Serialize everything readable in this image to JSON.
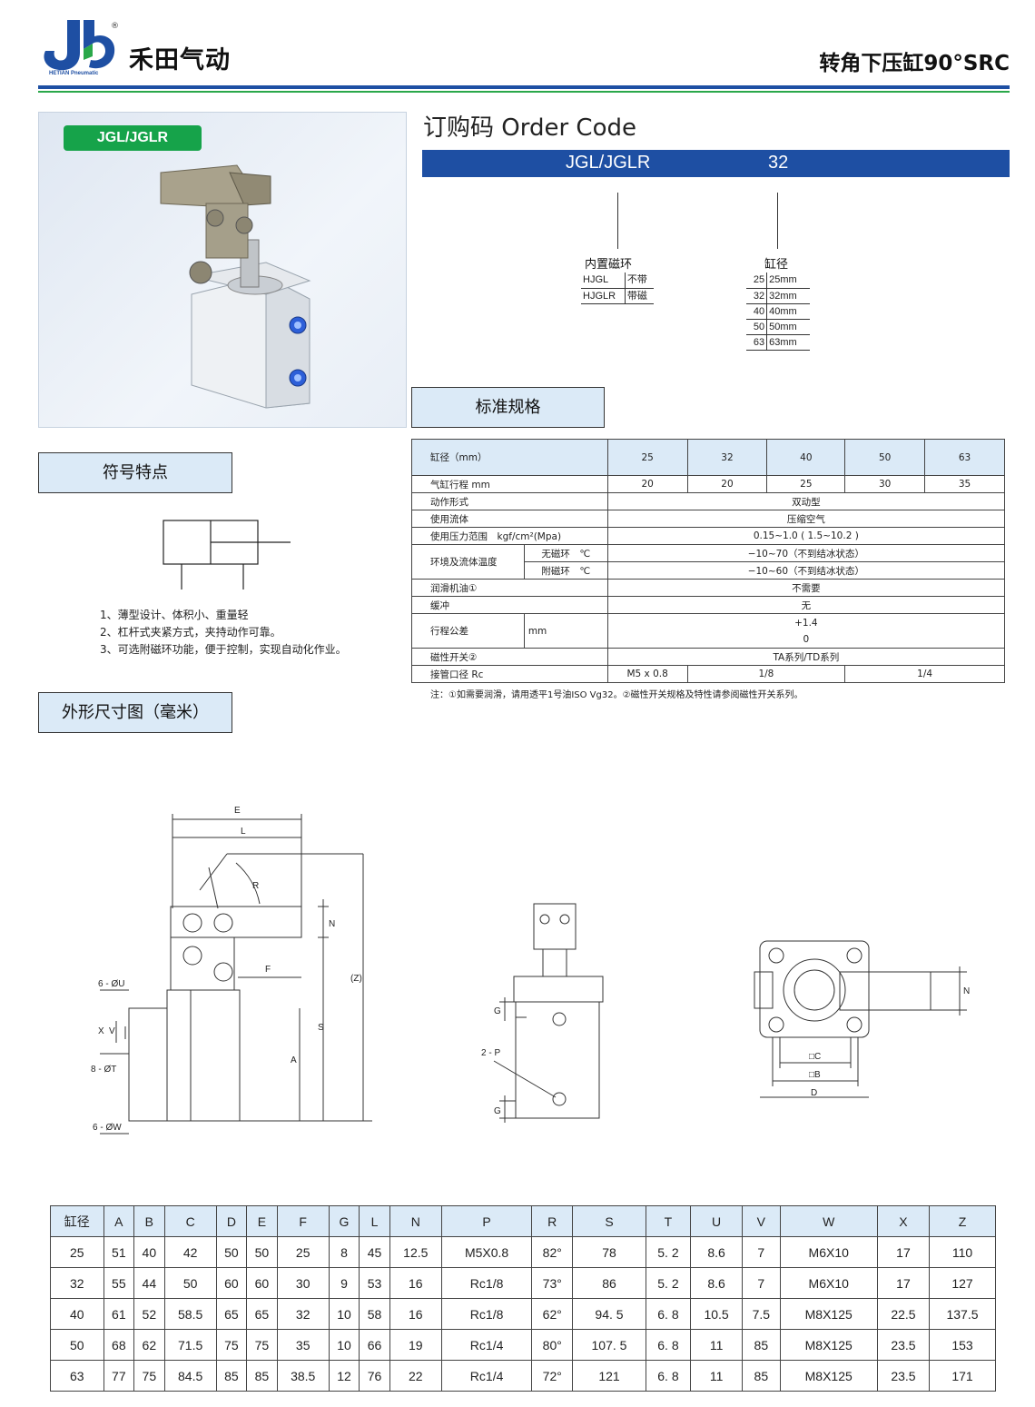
{
  "header": {
    "brand_name": "禾田气动",
    "brand_en": "HETIAN Pneumatic",
    "registered_mark": "®",
    "title": "转角下压缸90°SRC"
  },
  "product": {
    "tag": "JGL/JGLR"
  },
  "order_code": {
    "title": "订购码 Order Code",
    "model": "JGL/JGLR",
    "size": "32",
    "magnet": {
      "label": "内置磁环",
      "options": [
        {
          "code": "HJGL",
          "desc": "不带"
        },
        {
          "code": "HJGLR",
          "desc": "带磁"
        }
      ]
    },
    "bore": {
      "label": "缸径",
      "options": [
        {
          "code": "25",
          "desc": "25mm"
        },
        {
          "code": "32",
          "desc": "32mm"
        },
        {
          "code": "40",
          "desc": "40mm"
        },
        {
          "code": "50",
          "desc": "50mm"
        },
        {
          "code": "63",
          "desc": "63mm"
        }
      ]
    }
  },
  "sections": {
    "spec": "标准规格",
    "symbol": "符号特点",
    "outline": "外形尺寸图（毫米）"
  },
  "features": [
    "1、薄型设计、体积小、重量轻",
    "2、杠杆式夹紧方式，夹持动作可靠。",
    "3、可选附磁环功能，便于控制，实现自动化作业。"
  ],
  "spec_table": {
    "bore_label": "缸径（mm）",
    "bores": [
      "25",
      "32",
      "40",
      "50",
      "63"
    ],
    "stroke_label": "气缸行程 mm",
    "strokes": [
      "20",
      "20",
      "25",
      "30",
      "35"
    ],
    "action_label": "动作形式",
    "action": "双动型",
    "fluid_label": "使用流体",
    "fluid": "压缩空气",
    "pressure_label": "使用压力范围　kgf/cm²(Mpa)",
    "pressure": "0.15~1.0 ( 1.5~10.2 )",
    "temp_label": "环境及流体温度",
    "temp_no_magnet_label": "无磁环　℃",
    "temp_no_magnet": "−10~70（不到结冰状态）",
    "temp_magnet_label": "附磁环　℃",
    "temp_magnet": "−10~60（不到结冰状态）",
    "lube_label": "润滑机油①",
    "lube": "不需要",
    "cushion_label": "缓冲",
    "cushion": "无",
    "tolerance_label": "行程公差",
    "tolerance_unit": "mm",
    "tolerance_upper": "+1.4",
    "tolerance_lower": "0",
    "switch_label": "磁性开关②",
    "switch": "TA系列/TD系列",
    "port_label": "接管口径 Rc",
    "ports": [
      "M5 x 0.8",
      "1/8",
      "1/4"
    ],
    "note": "注：①如需要润滑，请用透平1号油ISO Vg32。②磁性开关规格及特性请参阅磁性开关系列。"
  },
  "drawing_labels": {
    "E": "E",
    "L": "L",
    "R": "R",
    "N": "N",
    "F": "F",
    "Z": "(Z)",
    "S": "S",
    "A": "A",
    "U": "6 - ØU",
    "X": "X",
    "V": "V",
    "T": "8 - ØT",
    "W": "6 - ØW",
    "G": "G",
    "P": "2 - P",
    "C": "□C",
    "B": "□B",
    "D": "D"
  },
  "dim_table": {
    "headers": [
      "缸径",
      "A",
      "B",
      "C",
      "D",
      "E",
      "F",
      "G",
      "L",
      "N",
      "P",
      "R",
      "S",
      "T",
      "U",
      "V",
      "W",
      "X",
      "Z"
    ],
    "rows": [
      [
        "25",
        "51",
        "40",
        "42",
        "50",
        "50",
        "25",
        "8",
        "45",
        "12.5",
        "M5X0.8",
        "82°",
        "78",
        "5. 2",
        "8.6",
        "7",
        "M6X10",
        "17",
        "110"
      ],
      [
        "32",
        "55",
        "44",
        "50",
        "60",
        "60",
        "30",
        "9",
        "53",
        "16",
        "Rc1/8",
        "73°",
        "86",
        "5. 2",
        "8.6",
        "7",
        "M6X10",
        "17",
        "127"
      ],
      [
        "40",
        "61",
        "52",
        "58.5",
        "65",
        "65",
        "32",
        "10",
        "58",
        "16",
        "Rc1/8",
        "62°",
        "94. 5",
        "6. 8",
        "10.5",
        "7.5",
        "M8X125",
        "22.5",
        "137.5"
      ],
      [
        "50",
        "68",
        "62",
        "71.5",
        "75",
        "75",
        "35",
        "10",
        "66",
        "19",
        "Rc1/4",
        "80°",
        "107. 5",
        "6. 8",
        "11",
        "85",
        "M8X125",
        "23.5",
        "153"
      ],
      [
        "63",
        "77",
        "75",
        "84.5",
        "85",
        "85",
        "38.5",
        "12",
        "76",
        "22",
        "Rc1/4",
        "72°",
        "121",
        "6. 8",
        "11",
        "85",
        "M8X125",
        "23.5",
        "171"
      ]
    ]
  },
  "colors": {
    "brand_blue": "#1e4fa3",
    "accent_green": "#16a34a",
    "header_fill": "#dbeaf7"
  }
}
